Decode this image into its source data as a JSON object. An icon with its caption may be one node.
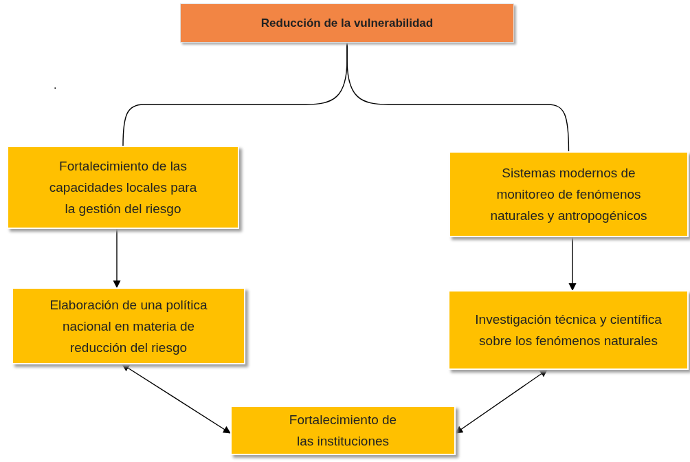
{
  "diagram": {
    "nodes": [
      {
        "text": [
          "Reducción de la vulnerabilidad"
        ]
      },
      {
        "text": [
          "Fortalecimiento de las capacidades locales para la gestión del riesgo"
        ]
      },
      {
        "text": [
          "Sistemas modernos de monitoreo de fenómenos naturales y antropogénicos"
        ]
      },
      {
        "text": [
          "Elaboración de una política nacional en materia de reducción del riesgo"
        ]
      },
      {
        "text": [
          "Investigación técnica y científica sobre los fenómenos naturales"
        ]
      },
      {
        "text": [
          "Fortalecimiento de las instituciones"
        ]
      }
    ],
    "edges": [
      {
        "from": 0,
        "to": 1,
        "arrow": "none"
      },
      {
        "from": 0,
        "to": 2,
        "arrow": "none"
      },
      {
        "from": 1,
        "to": 3,
        "arrow": "to"
      },
      {
        "from": 2,
        "to": 4,
        "arrow": "to"
      },
      {
        "from": 3,
        "to": 5,
        "arrow": "both"
      },
      {
        "from": 4,
        "to": 5,
        "arrow": "both"
      }
    ],
    "labels": [
      "."
    ]
  }
}
